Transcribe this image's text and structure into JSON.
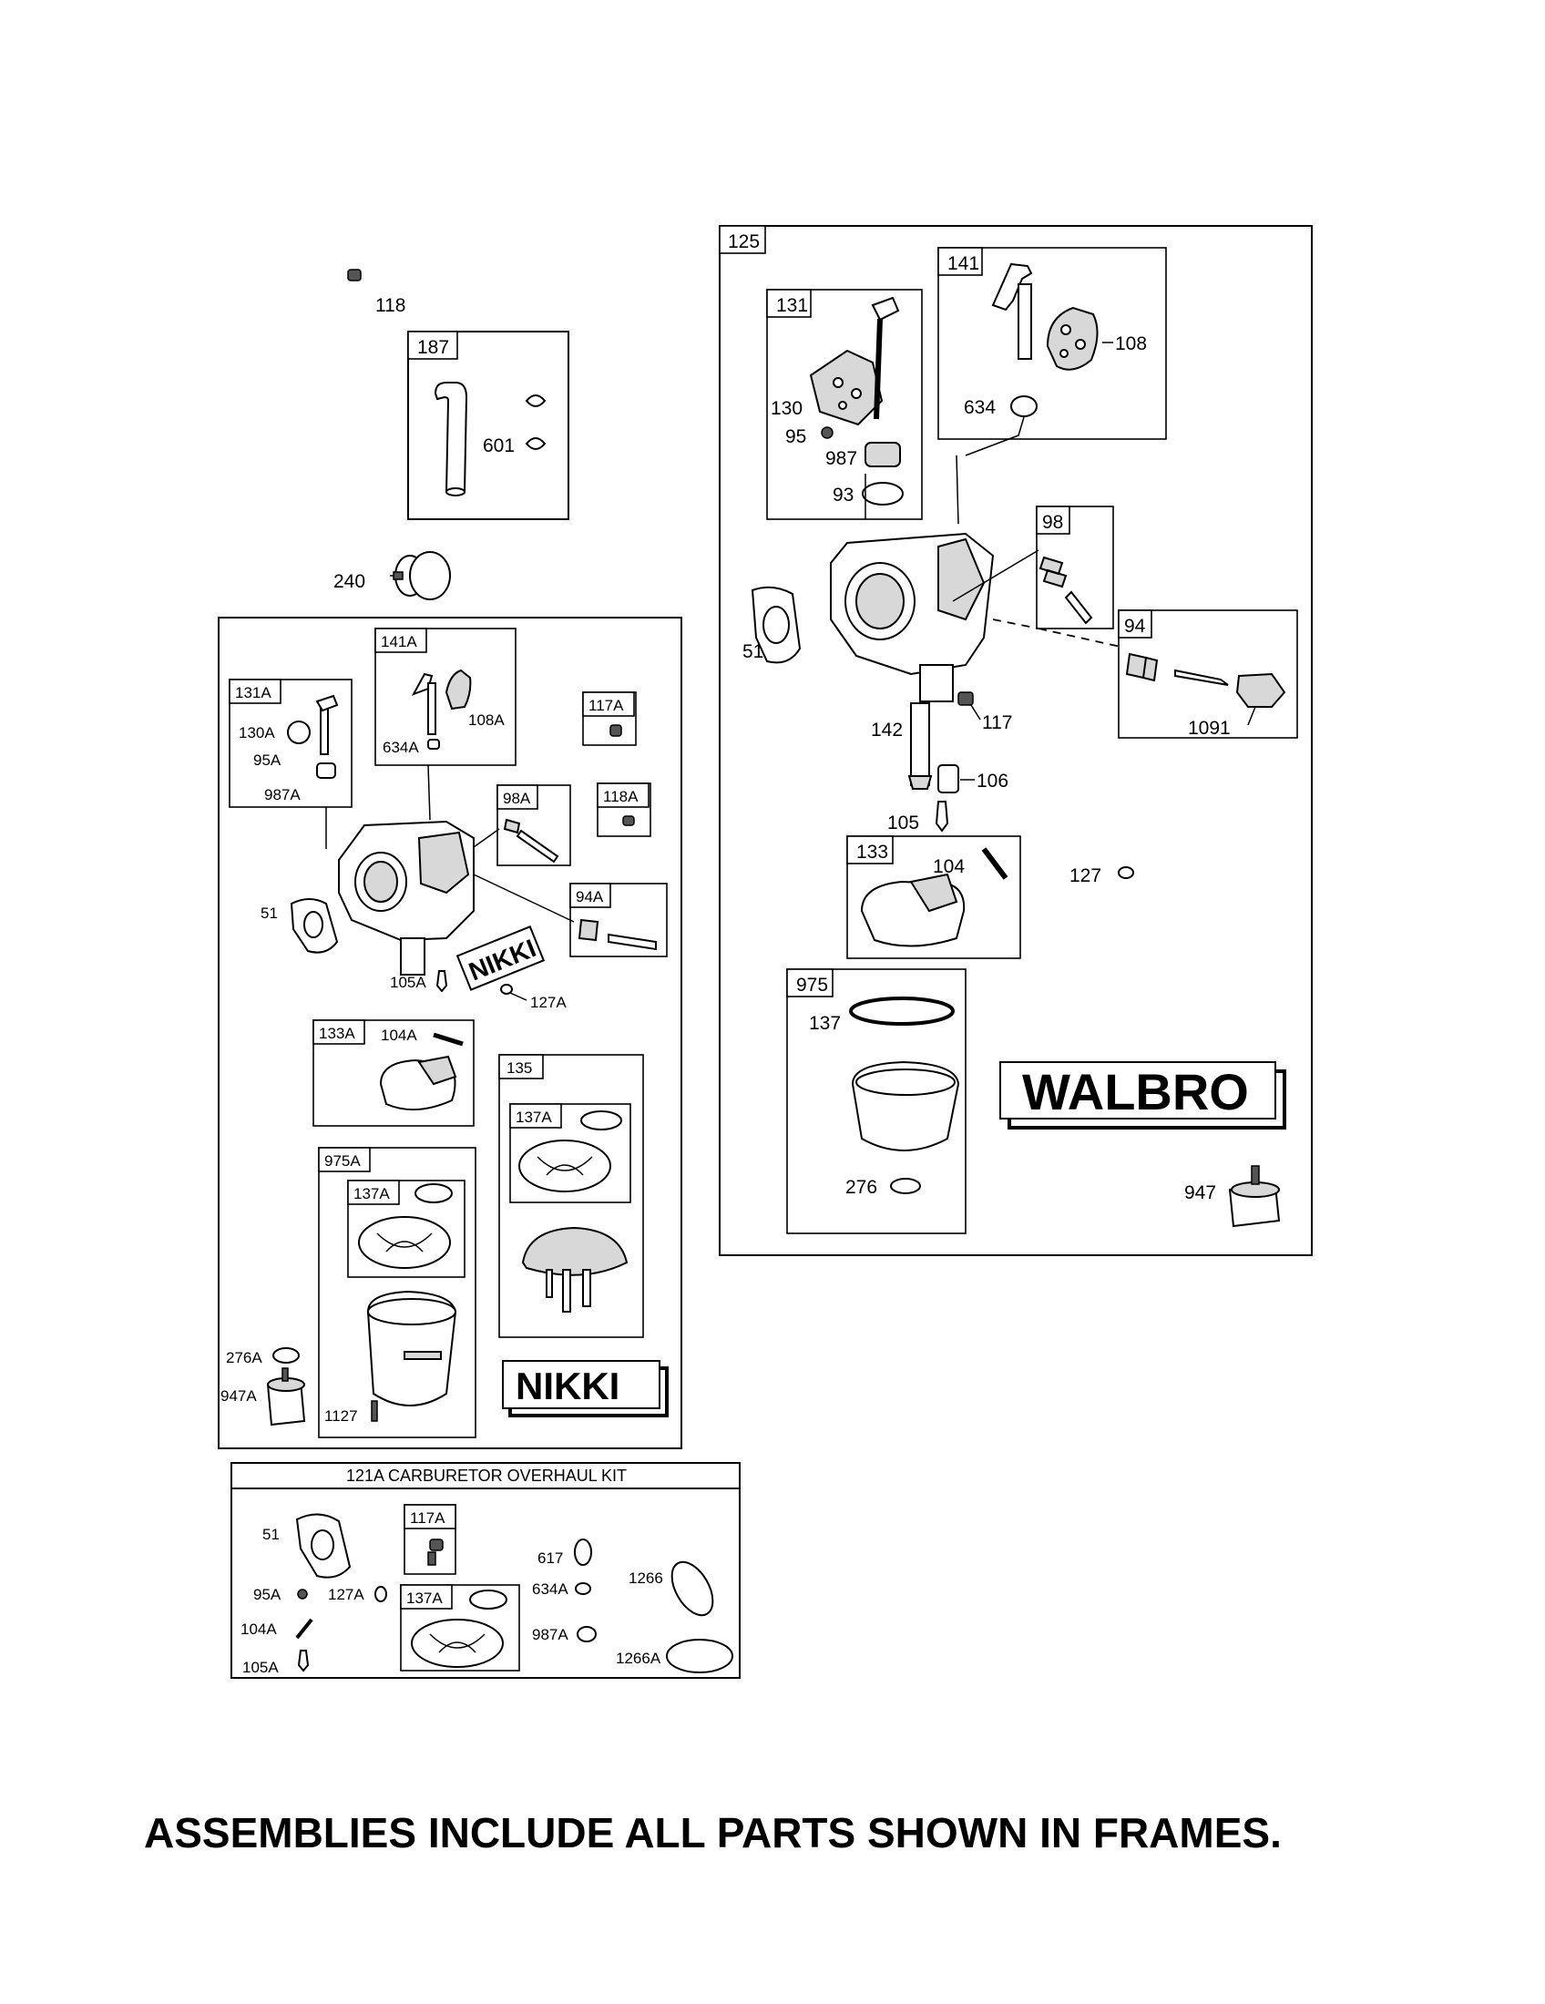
{
  "note": "ASSEMBLIES INCLUDE ALL PARTS SHOWN IN FRAMES.",
  "brands": {
    "walbro": "WALBRO",
    "nikki": "NIKKI",
    "nikki_tag": "NIKKI"
  },
  "kit_title": "121A CARBURETOR OVERHAUL KIT",
  "frame_tags": {
    "f125": "125",
    "f131": "131",
    "f141": "141",
    "f98": "98",
    "f94": "94",
    "f133": "133",
    "f975": "975",
    "f187": "187",
    "f141A": "141A",
    "f131A": "131A",
    "f117A": "117A",
    "f98A": "98A",
    "f118A": "118A",
    "f94A": "94A",
    "f133A": "133A",
    "f135": "135",
    "f137A_a": "137A",
    "f975A": "975A",
    "f137A_b": "137A",
    "kit117A": "117A",
    "kit137A": "137A"
  },
  "labels": {
    "p118": "118",
    "p601": "601",
    "p240": "240",
    "p108": "108",
    "p130": "130",
    "p95": "95",
    "p634": "634",
    "p987": "987",
    "p93": "93",
    "p51": "51",
    "p142": "142",
    "p117": "117",
    "p1091": "1091",
    "p106": "106",
    "p105": "105",
    "p104": "104",
    "p127": "127",
    "p137": "137",
    "p276": "276",
    "p947": "947",
    "p130A": "130A",
    "p95A": "95A",
    "p987A": "987A",
    "p108A": "108A",
    "p634A": "634A",
    "p51_nikki": "51",
    "p105A": "105A",
    "p127A": "127A",
    "p104A": "104A",
    "p276A": "276A",
    "p947A": "947A",
    "p1127": "1127",
    "k51": "51",
    "k95A": "95A",
    "k127A": "127A",
    "k104A": "104A",
    "k105A": "105A",
    "k617": "617",
    "k634A": "634A",
    "k987A": "987A",
    "k1266": "1266",
    "k1266A": "1266A"
  }
}
